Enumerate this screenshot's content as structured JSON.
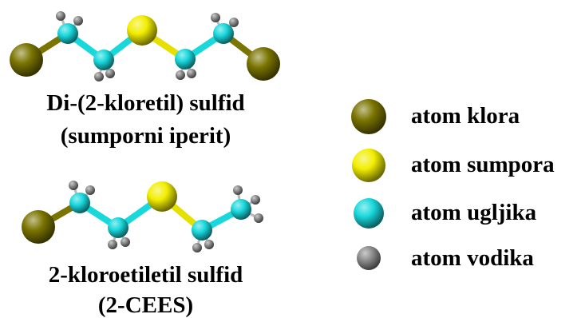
{
  "colors": {
    "chlorine": "#7a7400",
    "sulfur": "#f2ee00",
    "carbon": "#18d8dc",
    "hydrogen": "#8c8c8c",
    "bond_carbon": "#18d8dc",
    "bond_sulfur": "#e6e000",
    "bond_chlorine": "#7a7400"
  },
  "molecules": [
    {
      "caption_line1": "Di-(2-kloretil) sulfid",
      "caption_line2": "(sumporni iperit)"
    },
    {
      "caption_line1": "2-kloroetiletil sulfid",
      "caption_line2": "(2-CEES)"
    }
  ],
  "legend": [
    {
      "label": "atom klora",
      "atom": "chlorine",
      "icon": "chlorine-atom-icon"
    },
    {
      "label": "atom sumpora",
      "atom": "sulfur",
      "icon": "sulfur-atom-icon"
    },
    {
      "label": "atom ugljika",
      "atom": "carbon",
      "icon": "carbon-atom-icon"
    },
    {
      "label": "atom vodika",
      "atom": "hydrogen",
      "icon": "hydrogen-atom-icon"
    }
  ]
}
